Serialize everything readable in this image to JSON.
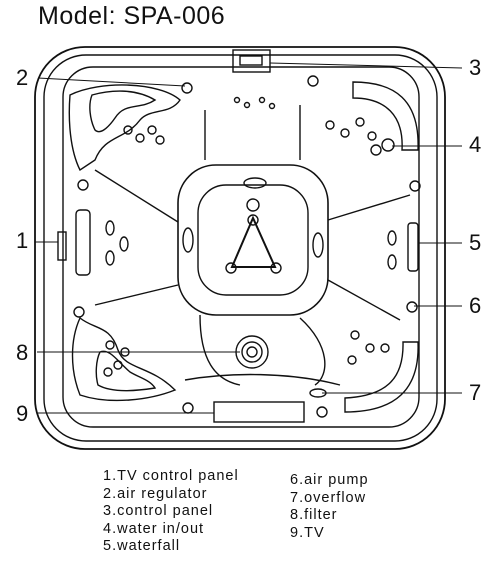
{
  "title": "Model: SPA-006",
  "callouts": [
    "1",
    "2",
    "3",
    "4",
    "5",
    "6",
    "7",
    "8",
    "9"
  ],
  "legend": {
    "left": [
      "1.TV control panel",
      "2.air regulator",
      "3.control panel",
      "4.water in/out",
      "5.waterfall"
    ],
    "right": [
      "6.air pump",
      "7.overflow",
      "8.filter",
      "9.TV"
    ]
  }
}
